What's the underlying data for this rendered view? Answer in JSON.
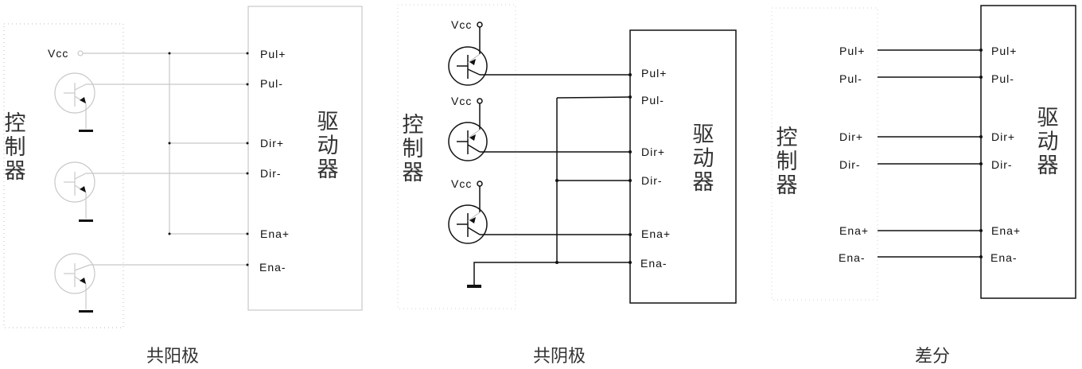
{
  "diagrams": [
    {
      "caption": "共阳极",
      "controller_label": "控制器",
      "driver_label": "驱动器",
      "supply_label": "Vcc",
      "pins": [
        "Pul+",
        "Pul-",
        "Dir+",
        "Dir-",
        "Ena+",
        "Ena-"
      ]
    },
    {
      "caption": "共阴极",
      "controller_label": "控制器",
      "driver_label": "驱动器",
      "supply_labels": [
        "Vcc",
        "Vcc",
        "Vcc"
      ],
      "pins": [
        "Pul+",
        "Pul-",
        "Dir+",
        "Dir-",
        "Ena+",
        "Ena-"
      ]
    },
    {
      "caption": "差分",
      "controller_label": "控制器",
      "driver_label": "驱动器",
      "controller_pins": [
        "Pul+",
        "Pul-",
        "Dir+",
        "Dir-",
        "Ena+",
        "Ena-"
      ],
      "pins": [
        "Pul+",
        "Pul-",
        "Dir+",
        "Dir-",
        "Ena+",
        "Ena-"
      ]
    }
  ],
  "colors": {
    "light_wire": "#c8c8c8",
    "dark_wire": "#111111"
  }
}
